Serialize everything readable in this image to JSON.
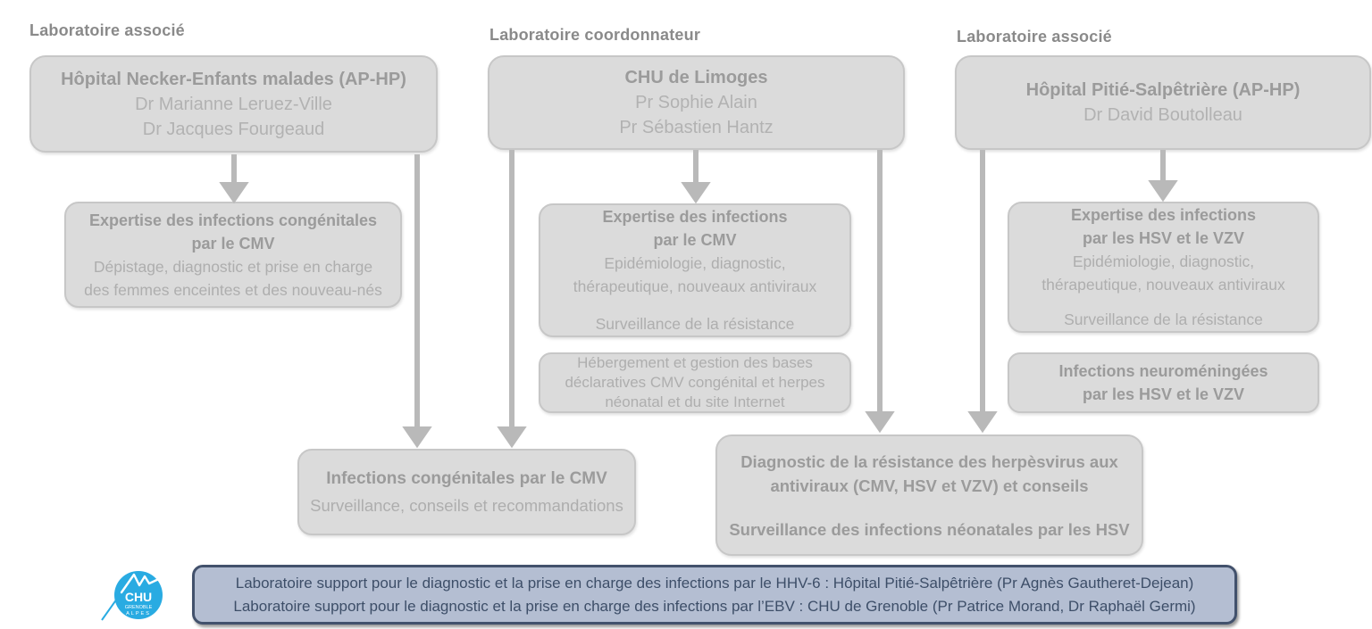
{
  "colors": {
    "box_fill": "#dbdbdb",
    "box_border": "#c7c7c7",
    "title_text": "#9b9b9b",
    "body_text": "#aeaeae",
    "label_text": "#8a8a8a",
    "arrow": "#b9b9b9",
    "banner_fill": "#b4bed2",
    "banner_border": "#42516c",
    "banner_text": "#3d4e68",
    "logo_blue": "#29abe2"
  },
  "columns": [
    {
      "label": "Laboratoire associé",
      "org": {
        "name": "Hôpital Necker-Enfants malades (AP-HP)",
        "members": [
          "Dr Marianne Leruez-Ville",
          "Dr Jacques Fourgeaud"
        ]
      }
    },
    {
      "label": "Laboratoire coordonnateur",
      "org": {
        "name": "CHU de Limoges",
        "members": [
          "Pr Sophie Alain",
          "Pr Sébastien Hantz"
        ]
      }
    },
    {
      "label": "Laboratoire associé",
      "org": {
        "name": "Hôpital Pitié-Salpêtrière (AP-HP)",
        "members": [
          "Dr David Boutolleau"
        ]
      }
    }
  ],
  "missions": {
    "cmv_congenital_expertise": {
      "title": [
        "Expertise des infections congénitales",
        "par le CMV"
      ],
      "body": [
        "Dépistage, diagnostic et prise en charge",
        "des femmes enceintes et des nouveau-nés"
      ]
    },
    "cmv_expertise": {
      "title": [
        "Expertise des infections",
        "par le CMV"
      ],
      "body": [
        "Epidémiologie, diagnostic,",
        "thérapeutique, nouveaux antiviraux"
      ],
      "footer": "Surveillance de la résistance"
    },
    "hsv_vzv_expertise": {
      "title": [
        "Expertise des infections",
        "par les HSV et le VZV"
      ],
      "body": [
        "Epidémiologie, diagnostic,",
        "thérapeutique, nouveaux antiviraux"
      ],
      "footer": "Surveillance de la résistance"
    },
    "data_hosting": {
      "body": [
        "Hébergement et gestion des bases",
        "déclaratives CMV congénital et herpes",
        "néonatal et du site Internet"
      ]
    },
    "neuro_infections": {
      "title": [
        "Infections neuroméningées",
        "par les HSV et le VZV"
      ]
    },
    "cmv_congenital_surveillance": {
      "title": "Infections congénitales par le CMV",
      "body": "Surveillance, conseils et recommandations"
    },
    "resistance_diagnostic": {
      "lines": [
        "Diagnostic de la résistance des herpèsvirus aux",
        "antiviraux (CMV, HSV et VZV) et conseils",
        "Surveillance des infections néonatales par les HSV"
      ]
    }
  },
  "support_banner": {
    "lines": [
      "Laboratoire support pour le diagnostic et la prise en charge des infections par le HHV-6 : Hôpital Pitié-Salpêtrière (Pr Agnès Gautheret-Dejean)",
      "Laboratoire support pour le diagnostic et la prise en charge des infections par l’EBV : CHU de Grenoble (Pr Patrice Morand, Dr Raphaël Germi)"
    ]
  },
  "logo": {
    "acronym": "CHU",
    "city": "GRENOBLE",
    "region": "ALPES"
  }
}
